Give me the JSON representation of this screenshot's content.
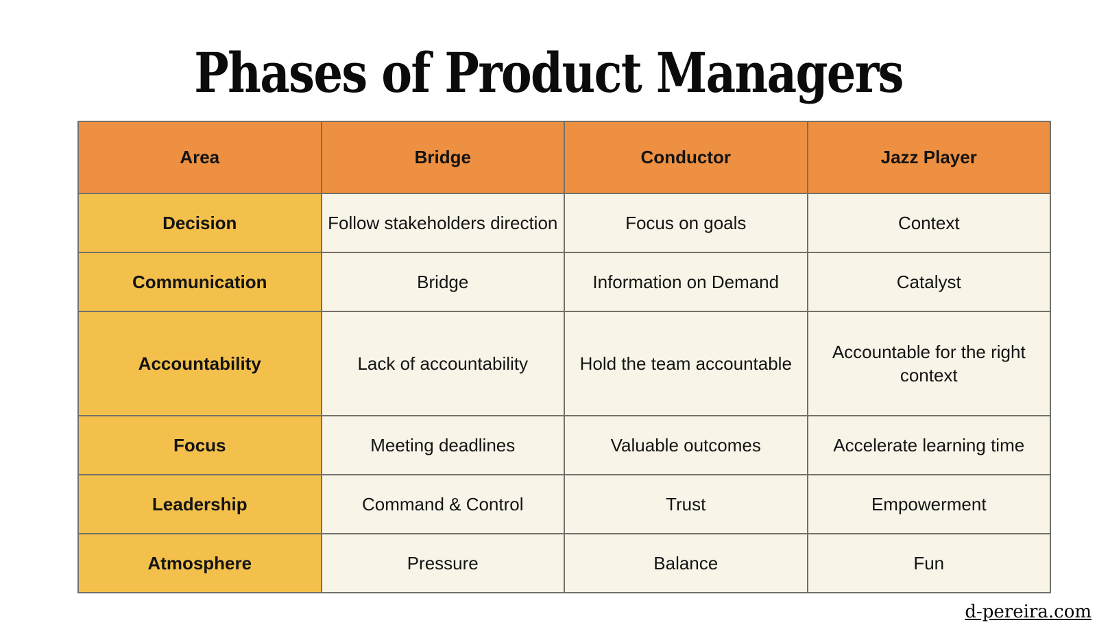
{
  "title": "Phases of Product Managers",
  "footer": {
    "credit_link": "d-pereira.com"
  },
  "colors": {
    "header_bg": "#EE9041",
    "area_bg": "#F3C04B",
    "cell_bg": "#F8F4E7",
    "border": "#73706A",
    "text": "#141414",
    "title": "#0B0B0B"
  },
  "chart_data": {
    "type": "table",
    "title": "Phases of Product Managers",
    "columns": [
      "Area",
      "Bridge",
      "Conductor",
      "Jazz Player"
    ],
    "rows": [
      [
        "Decision",
        "Follow stakeholders direction",
        "Focus on goals",
        "Context"
      ],
      [
        "Communication",
        "Bridge",
        "Information on Demand",
        "Catalyst"
      ],
      [
        "Accountability",
        "Lack of accountability",
        "Hold the team accountable",
        "Accountable for the right context"
      ],
      [
        "Focus",
        "Meeting deadlines",
        "Valuable outcomes",
        "Accelerate learning time"
      ],
      [
        "Leadership",
        "Command & Control",
        "Trust",
        "Empowerment"
      ],
      [
        "Atmosphere",
        "Pressure",
        "Balance",
        "Fun"
      ]
    ],
    "layout": {
      "header_row_color": "#EE9041",
      "first_column_color": "#F3C04B",
      "body_color": "#F8F4E7",
      "grid": true
    }
  }
}
